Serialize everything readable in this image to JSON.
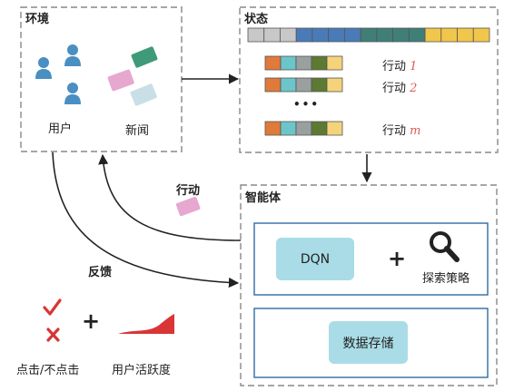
{
  "environment": {
    "title": "环境",
    "users_label": "用户",
    "news_label": "新闻"
  },
  "state": {
    "title": "状态",
    "action_label": "行动",
    "action_indices": [
      "1",
      "2",
      "m"
    ],
    "dots": "•••"
  },
  "agent": {
    "title": "智能体",
    "dqn_label": "DQN",
    "plus": "+",
    "explore_label": "探索策略",
    "memory_label": "数据存储"
  },
  "flows": {
    "action_label": "行动",
    "feedback_label": "反馈"
  },
  "feedback": {
    "click_label": "点击/不点击",
    "plus": "+",
    "activity_label": "用户活跃度"
  },
  "colors": {
    "state_bar": [
      "#c8c8c8",
      "#c8c8c8",
      "#c8c8c8",
      "#4a7bb8",
      "#4a7bb8",
      "#4a7bb8",
      "#4a7bb8",
      "#3f7f78",
      "#3f7f78",
      "#3f7f78",
      "#3f7f78",
      "#f0c74a",
      "#f0c74a",
      "#f0c74a",
      "#f0c74a"
    ],
    "action_cells": [
      "#e07a3a",
      "#6cc5c9",
      "#9aa0a0",
      "#5c7a32",
      "#f5d37a"
    ],
    "user_icon": "#4a8fc2",
    "dqn_box": "#a9dce6",
    "check_red": "#d93535",
    "activity_red": "#d93535"
  }
}
